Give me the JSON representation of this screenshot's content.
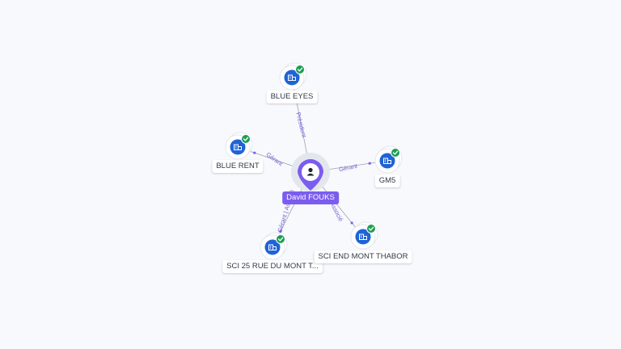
{
  "center": {
    "name": "David FOUKS",
    "icon": "person-icon",
    "color": "#7b5cf0"
  },
  "companies": [
    {
      "name": "BLUE EYES",
      "relation": "Président",
      "icon": "building-icon",
      "badge": "check-icon"
    },
    {
      "name": "BLUE RENT",
      "relation": "Gérant",
      "icon": "building-icon",
      "badge": "check-icon"
    },
    {
      "name": "GM5",
      "relation": "Gérant",
      "icon": "building-icon",
      "badge": "check-icon"
    },
    {
      "name": "SCI 25 RUE DU MONT T...",
      "relation": "Gérant | Associé",
      "icon": "building-icon",
      "badge": "check-icon"
    },
    {
      "name": "SCI END MONT THABOR",
      "relation": "Associé",
      "icon": "building-icon",
      "badge": "check-icon"
    }
  ],
  "colors": {
    "accent": "#7b5cf0",
    "node_blue": "#1f63d6",
    "badge_green": "#1f9d55",
    "edge": "#9aa3b0"
  }
}
